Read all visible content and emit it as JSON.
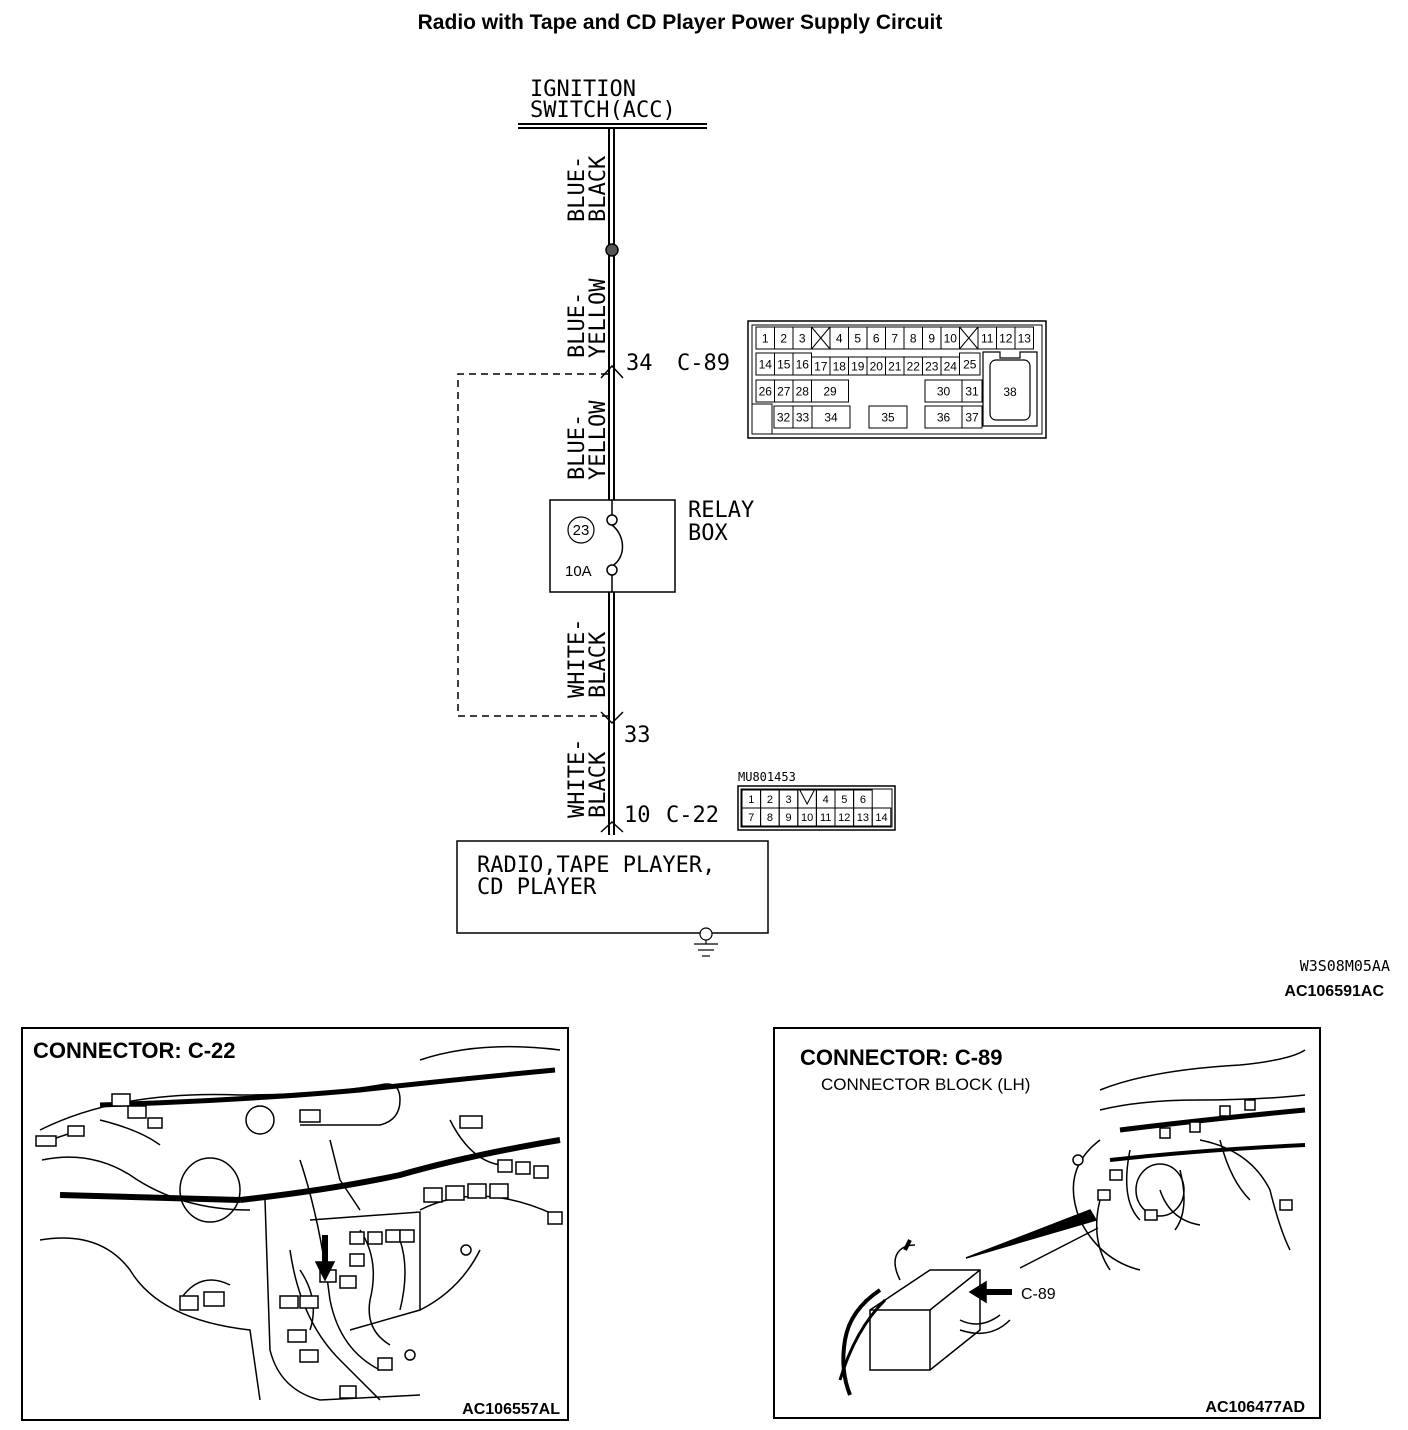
{
  "title": "Radio with Tape and CD Player Power Supply Circuit",
  "ignition_switch": {
    "line1": "IGNITION",
    "line2": "SWITCH(ACC)"
  },
  "wires": {
    "upper": {
      "line1": "BLUE-",
      "line2": "BLACK"
    },
    "mid1": {
      "line1": "BLUE-",
      "line2": "YELLOW"
    },
    "mid2": {
      "line1": "BLUE-",
      "line2": "YELLOW"
    },
    "low1": {
      "line1": "WHITE-",
      "line2": "BLACK"
    },
    "low2": {
      "line1": "WHITE-",
      "line2": "BLACK"
    }
  },
  "c89": {
    "pin_label": "34",
    "name": "C-89",
    "pins": [
      "1",
      "2",
      "3",
      "4",
      "5",
      "6",
      "7",
      "8",
      "9",
      "10",
      "11",
      "12",
      "13",
      "14",
      "15",
      "16",
      "17",
      "18",
      "19",
      "20",
      "21",
      "22",
      "23",
      "24",
      "25",
      "26",
      "27",
      "28",
      "29",
      "30",
      "31",
      "32",
      "33",
      "34",
      "35",
      "36",
      "37",
      "38"
    ]
  },
  "relay_box": {
    "fuse_no": "23",
    "rating": "10A",
    "line1": "RELAY",
    "line2": "BOX"
  },
  "pin33": "33",
  "c22": {
    "part_no": "MU801453",
    "pin_label": "10",
    "name": "C-22",
    "pins": [
      "1",
      "2",
      "3",
      "4",
      "5",
      "6",
      "7",
      "8",
      "9",
      "10",
      "11",
      "12",
      "13",
      "14"
    ]
  },
  "radio": {
    "line1": "RADIO,TAPE PLAYER,",
    "line2": "CD PLAYER"
  },
  "codes": {
    "diagram": "W3S08M05AA",
    "figure": "AC106591AC"
  },
  "panel_left": {
    "title": "CONNECTOR: C-22",
    "code": "AC106557AL"
  },
  "panel_right": {
    "title": "CONNECTOR: C-89",
    "subtitle": "CONNECTOR BLOCK (LH)",
    "callout": "C-89",
    "code": "AC106477AD"
  }
}
